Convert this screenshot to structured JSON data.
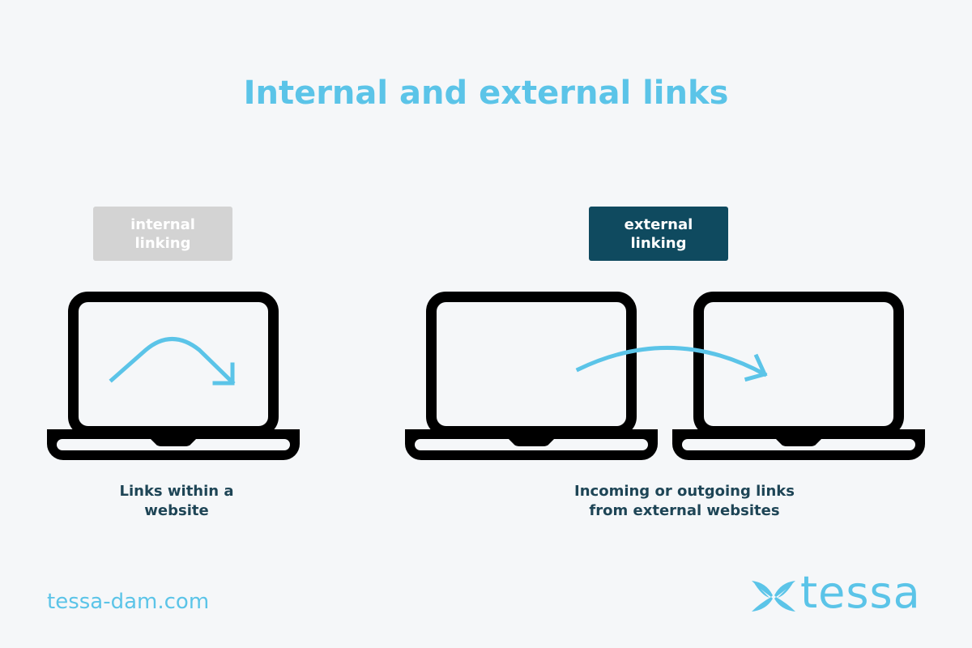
{
  "title": "Internal and external links",
  "internal": {
    "tag": "internal linking",
    "caption": "Links within a website"
  },
  "external": {
    "tag": "external linking",
    "caption": "Incoming or outgoing links from external websites"
  },
  "footer": {
    "url": "tessa-dam.com",
    "logo_text": "tessa"
  },
  "colors": {
    "accent": "#5bc4e8",
    "dark": "#0f4a5f",
    "gray": "#d3d3d3"
  }
}
